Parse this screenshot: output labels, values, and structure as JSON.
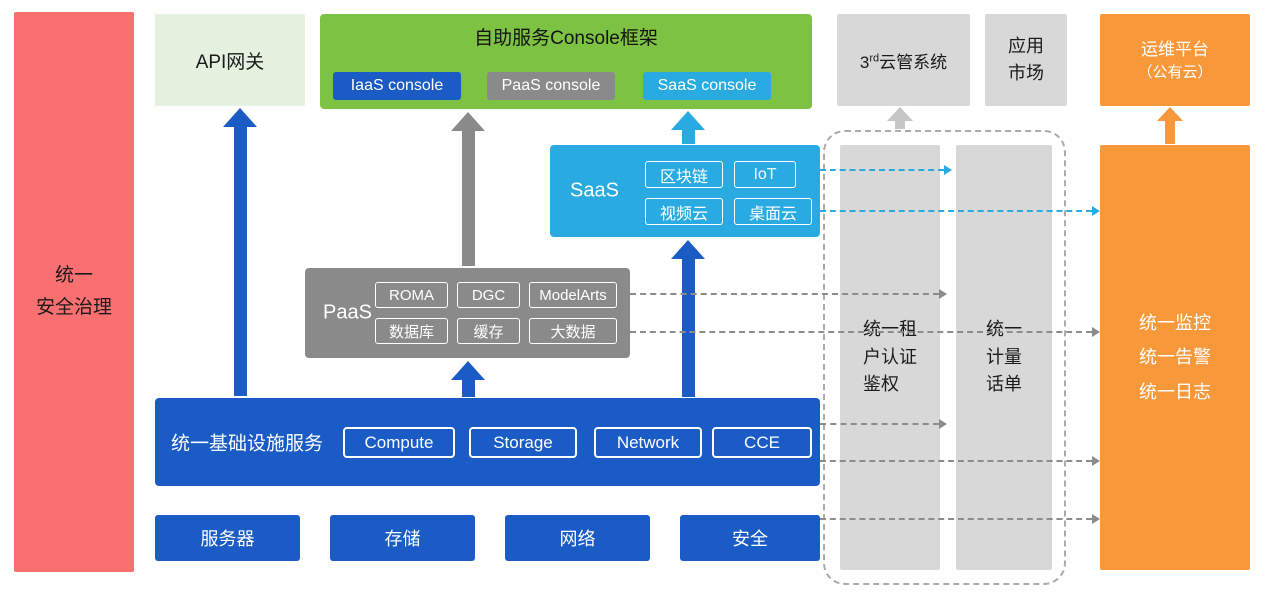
{
  "colors": {
    "red": "#FA6F6F",
    "light_green": "#E3F1DE",
    "green": "#7DC242",
    "blue": "#1A5BC5",
    "gray": "#8A8A8A",
    "cyan": "#29ABE2",
    "light_gray": "#D8D8D8",
    "orange": "#F7993B",
    "dashed_border": "#ABABAB"
  },
  "security_bar": {
    "label": "统一\n安全治理"
  },
  "api_gateway": {
    "label": "API网关"
  },
  "console_frame": {
    "title": "自助服务Console框架",
    "consoles": [
      {
        "label": "IaaS console",
        "color": "#1A5BC5"
      },
      {
        "label": "PaaS console",
        "color": "#8A8A8A"
      },
      {
        "label": "SaaS console",
        "color": "#29ABE2"
      }
    ]
  },
  "third_party_cloud": {
    "base": "3",
    "sup": "rd",
    "rest": "云管系统"
  },
  "app_market": {
    "label": "应用\n市场"
  },
  "om_platform": {
    "line1": "运维平台",
    "line2": "（公有云）"
  },
  "saas": {
    "label": "SaaS",
    "items": [
      "区块链",
      "IoT",
      "视频云",
      "桌面云"
    ]
  },
  "paas": {
    "label": "PaaS",
    "items": [
      "ROMA",
      "DGC",
      "ModelArts",
      "数据库",
      "缓存",
      "大数据"
    ]
  },
  "infrastructure": {
    "label": "统一基础设施服务",
    "items": [
      "Compute",
      "Storage",
      "Network",
      "CCE"
    ]
  },
  "hardware_row": {
    "items": [
      "服务器",
      "存储",
      "网络",
      "安全"
    ]
  },
  "auth_bar": {
    "label": "统一租\n户认证\n鉴权"
  },
  "metering_bar": {
    "label": "统一\n计量\n话单"
  },
  "monitor_bar": {
    "label": "统一监控\n统一告警\n统一日志"
  }
}
